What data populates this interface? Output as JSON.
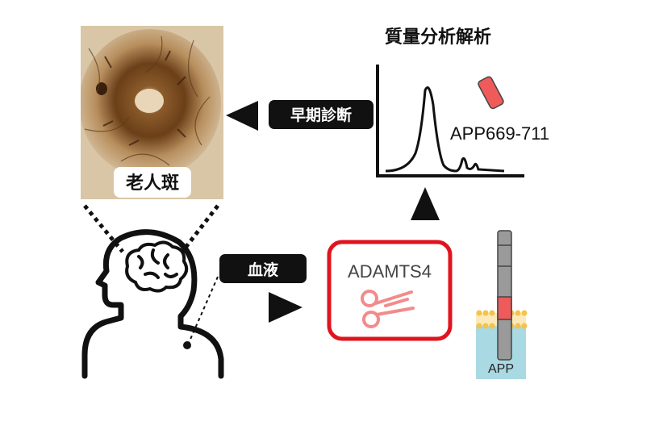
{
  "plaque_panel": {
    "label": "老人斑"
  },
  "early_diagnosis": {
    "label": "早期診断"
  },
  "mass_spec": {
    "title": "質量分析解析",
    "peptide_label": "APP669-711"
  },
  "blood": {
    "label": "血液"
  },
  "enzyme": {
    "label": "ADAMTS4"
  },
  "membrane": {
    "label": "APP"
  },
  "colors": {
    "enzyme_border": "#e0141e",
    "scissors": "#f28b8b",
    "fragment": "#ef5b5b",
    "protein_gray": "#9a9a9a",
    "cytoplasm": "#a9d9e3",
    "lipid_head": "#f3c34a"
  }
}
